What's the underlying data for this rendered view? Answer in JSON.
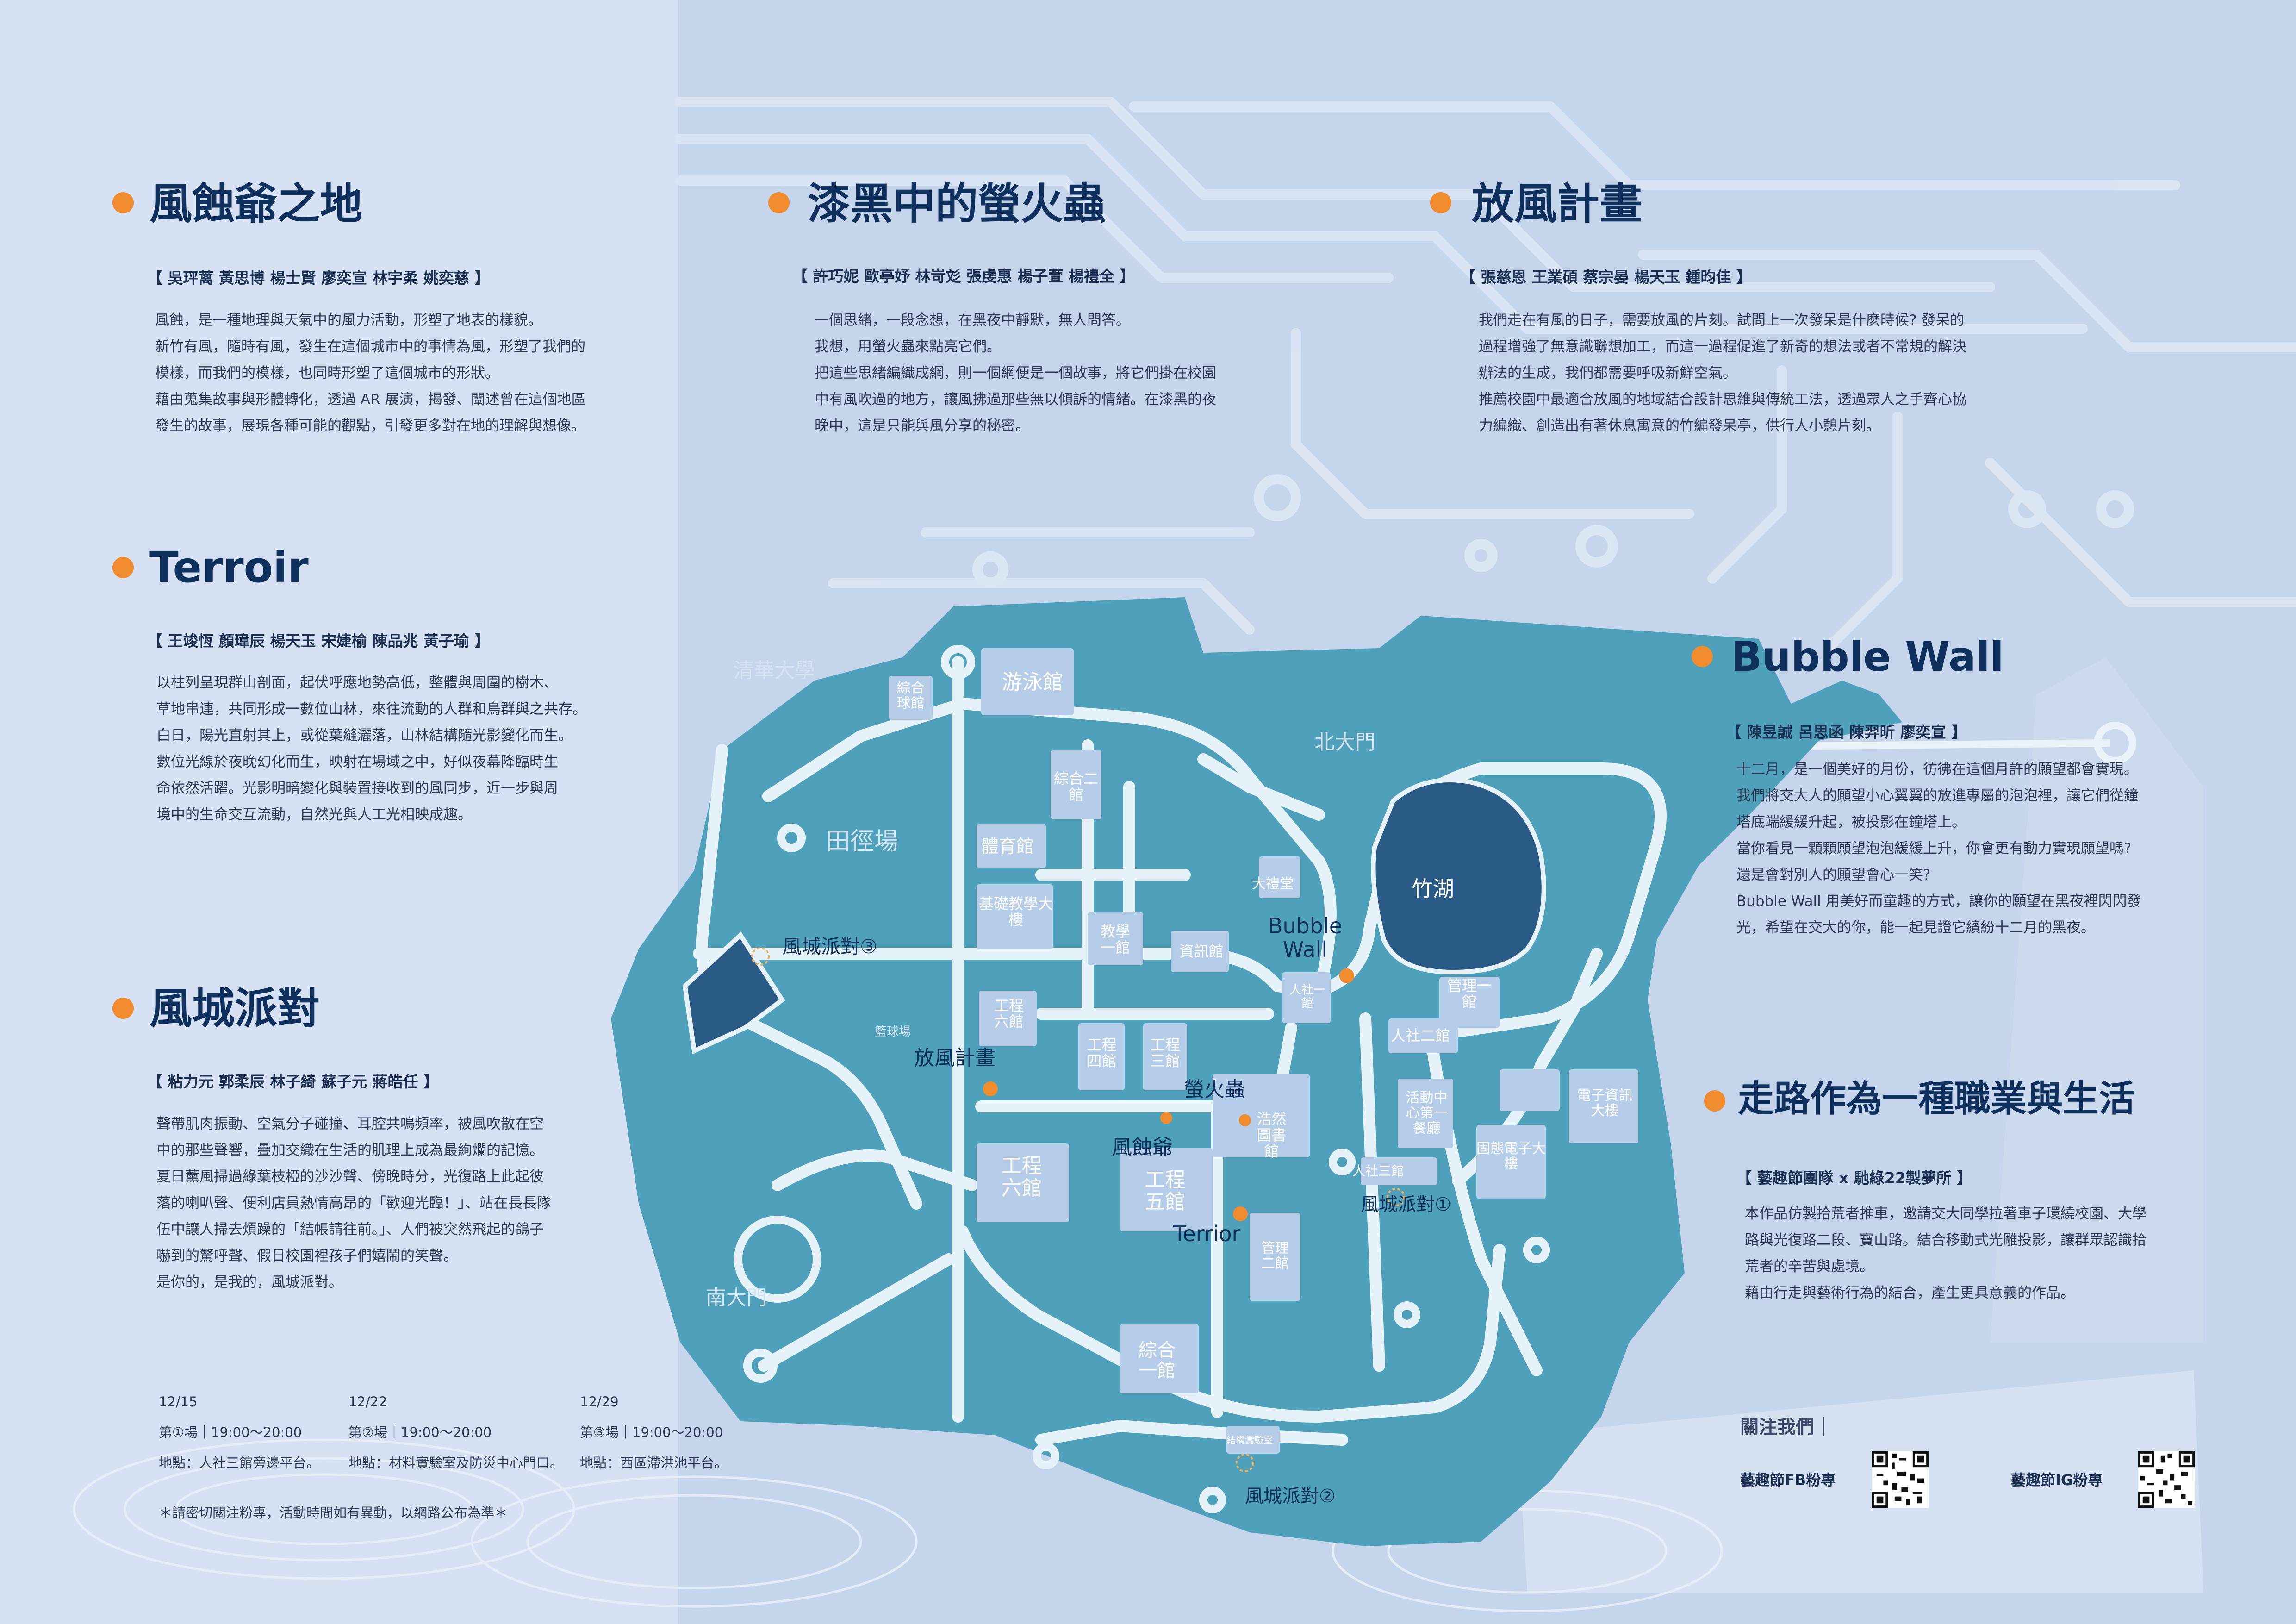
{
  "colors": {
    "page_left": "#d6e2f3",
    "page_right": "#c5d6ec",
    "map_teal": "#4ea0bb",
    "map_road": "#e7f3fa",
    "building": "#b6cde9",
    "lake": "#2a5a86",
    "accent_orange": "#f08c2e",
    "title_navy": "#0f2f5c"
  },
  "sections": [
    {
      "title": "風蝕爺之地",
      "members": "【 吳玶蓠 黃思博 楊士賢 廖奕宣 林宇柔 姚奕慈 】",
      "lines": [
        "風蝕，是一種地理與天氣中的風力活動，形塑了地表的樣貌。",
        "新竹有風，隨時有風，發生在這個城市中的事情為風，形塑了我們的",
        "模樣，而我們的模樣，也同時形塑了這個城市的形狀。",
        "藉由蒐集故事與形體轉化，透過 AR 展演，揭發、闡述曾在這個地區",
        "發生的故事，展現各種可能的觀點，引發更多對在地的理解與想像。"
      ]
    },
    {
      "title": "漆黑中的螢火蟲",
      "members": "【 許巧妮 歐亭妤 林岢彣 張虔惠 楊子萱 楊禮全 】",
      "lines": [
        "一個思緒，一段念想，在黑夜中靜默，無人問答。",
        "",
        "我想，用螢火蟲來點亮它們。",
        "把這些思緒編織成網，則一個網便是一個故事，將它們掛在校園",
        "中有風吹過的地方，讓風拂過那些無以傾訴的情緒。在漆黑的夜",
        "晚中，這是只能與風分享的秘密。"
      ]
    },
    {
      "title": "放風計畫",
      "members": "【 張慈恩 王業碩 蔡宗晏 楊天玉 鍾昀佳 】",
      "lines": [
        "我們走在有風的日子，需要放風的片刻。試問上一次發呆是什麼時候? 發呆的",
        "過程增強了無意識聯想加工，而這一過程促進了新奇的想法或者不常規的解決",
        "辦法的生成，我們都需要呼吸新鮮空氣。",
        "",
        "推薦校園中最適合放風的地域結合設計思維與傳統工法，透過眾人之手齊心協",
        "力編織、創造出有著休息寓意的竹編發呆亭，供行人小憩片刻。"
      ]
    },
    {
      "title": "Terroir",
      "members": "【 王竣恆 顏瑋辰 楊天玉 宋婕榆 陳品兆 黃子瑜 】",
      "lines": [
        "以柱列呈現群山剖面，起伏呼應地勢高低，整體與周圍的樹木、",
        "草地串連，共同形成一數位山林，來往流動的人群和鳥群與之共存。",
        "白日，陽光直射其上，或從葉縫灑落，山林結構隨光影變化而生。",
        "數位光線於夜晚幻化而生，映射在場域之中，好似夜幕降臨時生",
        "命依然活躍。光影明暗變化與裝置接收到的風同步，近一步與周",
        "境中的生命交互流動，自然光與人工光相映成趣。"
      ]
    },
    {
      "title": "Bubble Wall",
      "members": "【 陳昱誠 呂思函 陳羿昕 廖奕宣 】",
      "lines": [
        "十二月，是一個美好的月份，彷彿在這個月許的願望都會實現。",
        "我們將交大人的願望小心翼翼的放進專屬的泡泡裡，讓它們從鐘",
        "塔底端緩緩升起，被投影在鐘塔上。",
        "當你看見一顆顆願望泡泡緩緩上升，你會更有動力實現願望嗎?",
        "還是會對別人的願望會心一笑?",
        "",
        "Bubble Wall 用美好而童趣的方式，讓你的願望在黑夜裡閃閃發",
        "光，希望在交大的你，能一起見證它繽紛十二月的黑夜。"
      ]
    },
    {
      "title": "風城派對",
      "members": "【 粘力元 郭柔辰 林子綺 蘇子元 蔣皓任 】",
      "lines": [
        "聲帶肌肉振動、空氣分子碰撞、耳腔共鳴頻率，被風吹散在空",
        "中的那些聲響，疊加交織在生活的肌理上成為最絢爛的記憶。",
        "",
        "夏日薰風掃過綠葉枝椏的沙沙聲、傍晚時分，光復路上此起彼",
        "落的喇叭聲、便利店員熱情高昂的「歡迎光臨！」、站在長長隊",
        "伍中讓人掃去煩躁的「結帳請往前。」、人們被突然飛起的鴿子",
        "嚇到的驚呼聲、假日校園裡孩子們嬉鬧的笑聲。",
        "",
        "是你的，是我的，風城派對。"
      ]
    },
    {
      "title": "走路作為一種職業與生活",
      "members": "【 藝趣節團隊 x 馳綠22製夢所 】",
      "lines": [
        "本作品仿製拾荒者推車，邀請交大同學拉著車子環繞校園、大學",
        "路與光復路二段、寶山路。結合移動式光雕投影，讓群眾認識拾",
        "荒者的辛苦與處境。",
        "藉由行走與藝術行為的結合，產生更具意義的作品。"
      ]
    }
  ],
  "schedule": [
    {
      "date": "12/15",
      "time": "第①場｜19:00～20:00",
      "place": "地點：人社三館旁邊平台。"
    },
    {
      "date": "12/22",
      "time": "第②場｜19:00～20:00",
      "place": "地點：材料實驗室及防災中心門口。"
    },
    {
      "date": "12/29",
      "time": "第③場｜19:00～20:00",
      "place": "地點：西區滯洪池平台。"
    }
  ],
  "note": "＊請密切關注粉專，活動時間如有異動，以網路公布為準＊",
  "follow": {
    "title": "關注我們｜",
    "fb": "藝趣節FB粉專",
    "ig": "藝趣節IG粉專"
  },
  "map_labels": {
    "outside": [
      "清華大學",
      "北大門",
      "南大門"
    ],
    "areas": [
      "田徑場",
      "籃球場",
      "竹湖"
    ],
    "buildings": [
      "綜合球館",
      "游泳館",
      "綜合二館",
      "體育館",
      "基礎教學大樓",
      "教學一館",
      "資訊館",
      "大禮堂",
      "管理一館",
      "人社一館",
      "人社二館",
      "工程六館",
      "工程四館",
      "工程三館",
      "浩然圖書館",
      "活動中心第一餐廳",
      "人社三館",
      "固態電子大樓",
      "電子資訊大樓",
      "工程六館",
      "工程五館",
      "管理二館",
      "綜合一館",
      "結構實驗室"
    ],
    "spots": [
      "風城派對③",
      "放風計畫",
      "Bubble Wall",
      "螢火蟲",
      "風蝕爺",
      "Terrior",
      "風城派對①",
      "風城派對②"
    ]
  }
}
